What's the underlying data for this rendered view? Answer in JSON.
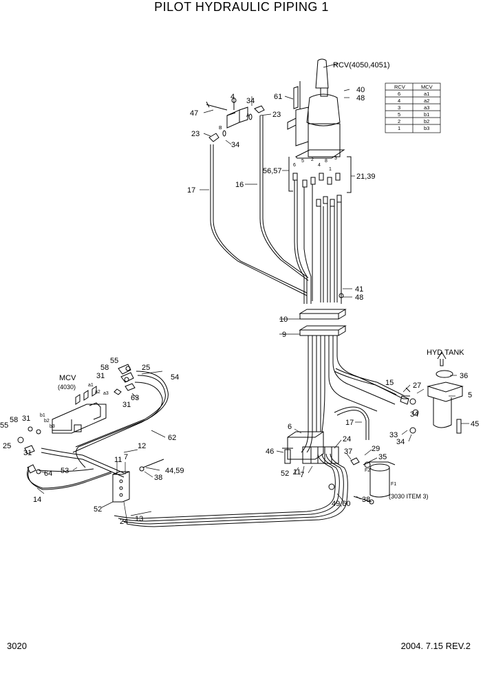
{
  "title": "PILOT HYDRAULIC PIPING 1",
  "page_number": "3020",
  "revision": "2004. 7.15  REV.2",
  "components": {
    "rcv_label": "RCV(4050,4051)",
    "mcv_label": "MCV",
    "mcv_ref": "(4030)",
    "hyd_tank_label": "HYD  TANK",
    "filter_ref": "(3030 ITEM 3)",
    "filter_port": "F1",
    "filter_port2": "F2"
  },
  "rcv_mcv_table": {
    "headers": [
      "RCV",
      "MCV"
    ],
    "rows": [
      [
        "6",
        "a1"
      ],
      [
        "4",
        "a2"
      ],
      [
        "3",
        "a3"
      ],
      [
        "5",
        "b1"
      ],
      [
        "2",
        "b2"
      ],
      [
        "1",
        "b3"
      ]
    ]
  },
  "port_labels": {
    "mcv": [
      "a1",
      "a2",
      "a3",
      "b1",
      "b2",
      "b3"
    ],
    "rcv": [
      "6",
      "5",
      "2",
      "8",
      "4",
      "3",
      "1"
    ],
    "valve": [
      "A",
      "B"
    ]
  },
  "callouts": [
    "4",
    "34",
    "47",
    "23",
    "34",
    "23",
    "61",
    "40",
    "48",
    "56,57",
    "21,39",
    "17",
    "16",
    "41",
    "48",
    "10",
    "9",
    "36",
    "15",
    "27",
    "5",
    "45",
    "34",
    "33",
    "34",
    "17",
    "24",
    "6",
    "29",
    "35",
    "37",
    "46",
    "52",
    "11",
    "7",
    "38",
    "F2",
    "49,60",
    "55",
    "58",
    "25",
    "31",
    "54",
    "63",
    "31",
    "58",
    "55",
    "31",
    "25",
    "31",
    "62",
    "12",
    "53",
    "64",
    "14",
    "52",
    "11",
    "7",
    "44,59",
    "38",
    "24",
    "13"
  ]
}
